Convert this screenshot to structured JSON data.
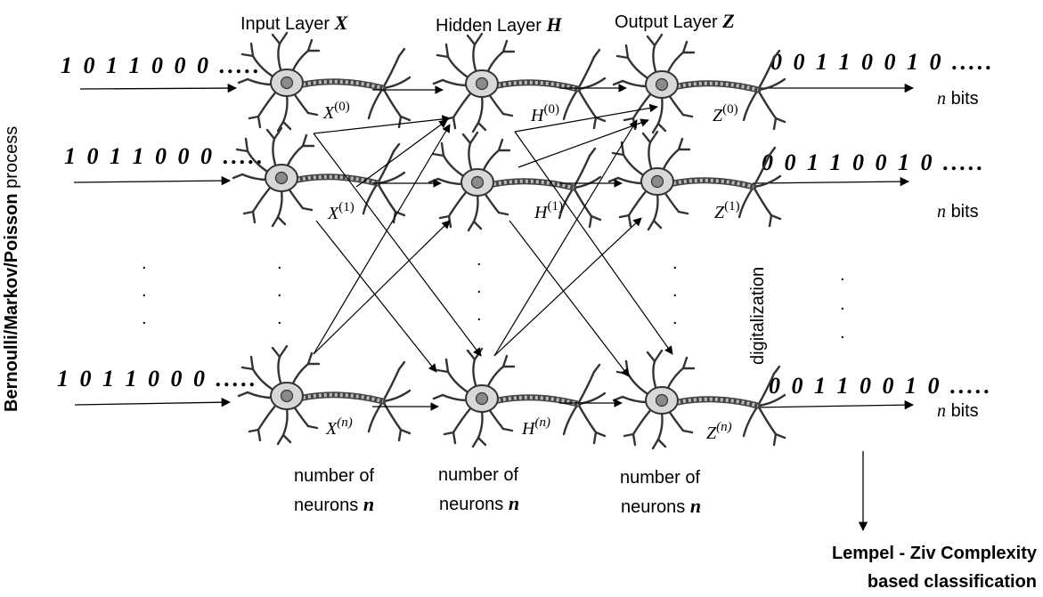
{
  "layers": [
    {
      "title": "Input Layer",
      "symbol": "X",
      "footer_line1": "number of",
      "footer_line2": "neurons",
      "footer_symbol": "n",
      "neurons": [
        {
          "base": "X",
          "sup": "(0)"
        },
        {
          "base": "X",
          "sup": "(1)"
        },
        {
          "base": "X",
          "sup": "(n)"
        }
      ]
    },
    {
      "title": "Hidden Layer",
      "symbol": "H",
      "footer_line1": "number of",
      "footer_line2": "neurons",
      "footer_symbol": "n",
      "neurons": [
        {
          "base": "H",
          "sup": "(0)"
        },
        {
          "base": "H",
          "sup": "(1)"
        },
        {
          "base": "H",
          "sup": "(n)"
        }
      ]
    },
    {
      "title": "Output Layer",
      "symbol": "Z",
      "footer_line1": "number of",
      "footer_line2": "neurons",
      "footer_symbol": "n",
      "neurons": [
        {
          "base": "Z",
          "sup": "(0)"
        },
        {
          "base": "Z",
          "sup": "(1)"
        },
        {
          "base": "Z",
          "sup": "(n)"
        }
      ]
    }
  ],
  "input_sequences": [
    "1 0 1 1 0 0 0 .....",
    "1 0 1 1 0 0 0 .....",
    "1 0 1 1 0 0 0 ....."
  ],
  "output_sequences": [
    "0 0 1 1 0 0 1 0 .....",
    "0 0 1 1 0 0 1 0 .....",
    "0 0 1 1 0 0 1 0 ....."
  ],
  "bits_label": {
    "symbol": "n",
    "text": "bits"
  },
  "process_label": {
    "bold": "Bernoulli/Markov/Poisson",
    "normal": " process"
  },
  "digitalization_label": "digitalization",
  "classification_label": {
    "line1": "Lempel - Ziv Complexity",
    "line2": "based classification"
  },
  "ellipsis_dot": "."
}
